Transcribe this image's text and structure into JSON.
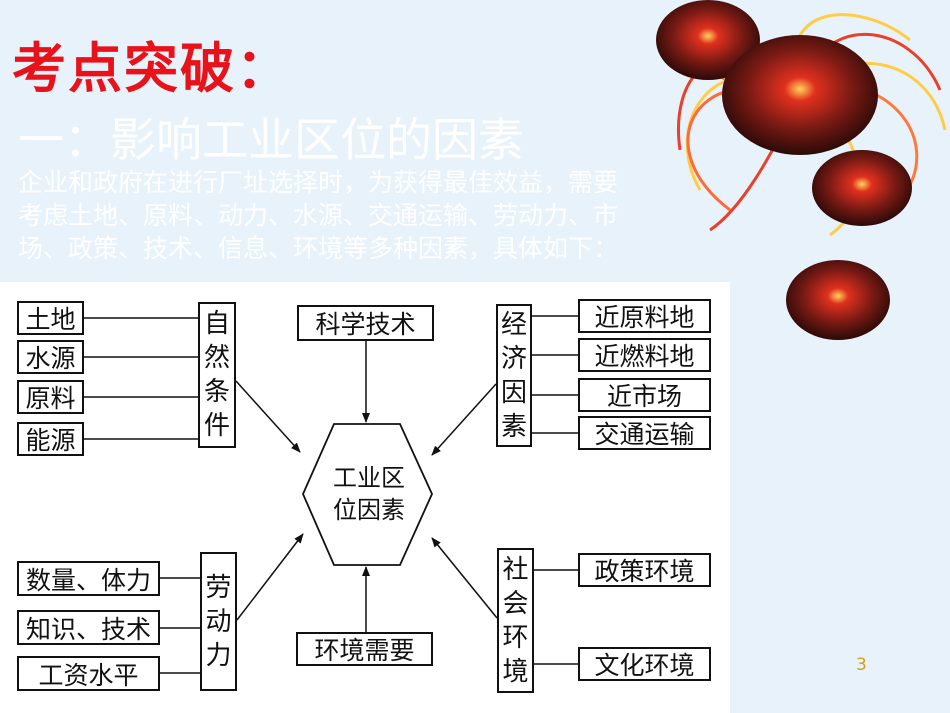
{
  "title": "考点突破：",
  "subtitle": "一：影响工业区位的因素",
  "intro": [
    "企业和政府在进行厂址选择时，为获得最佳效益，需要",
    "考虑土地、原料、动力、水源、交通运输、劳动力、市",
    "场、政策、技术、信息、环境等多种因素，具体如下："
  ],
  "diagram": {
    "center": [
      "工业区",
      "位因素"
    ],
    "natural": {
      "label": [
        "自",
        "然",
        "条",
        "件"
      ],
      "items": [
        "土地",
        "水源",
        "原料",
        "能源"
      ]
    },
    "tech": "科学技术",
    "economic": {
      "label": [
        "经",
        "济",
        "因",
        "素"
      ],
      "items": [
        "近原料地",
        "近燃料地",
        "近市场",
        "交通运输"
      ]
    },
    "labor": {
      "label": [
        "劳",
        "动",
        "力"
      ],
      "items": [
        "数量、体力",
        "知识、技术",
        "工资水平"
      ]
    },
    "environment": "环境需要",
    "social": {
      "label": [
        "社",
        "会",
        "环",
        "境"
      ],
      "items": [
        "政策环境",
        "文化环境"
      ]
    }
  },
  "page_number": "3",
  "colors": {
    "title": "#e8121a",
    "background": "#e8f2fb",
    "page_number": "#d4a017"
  }
}
